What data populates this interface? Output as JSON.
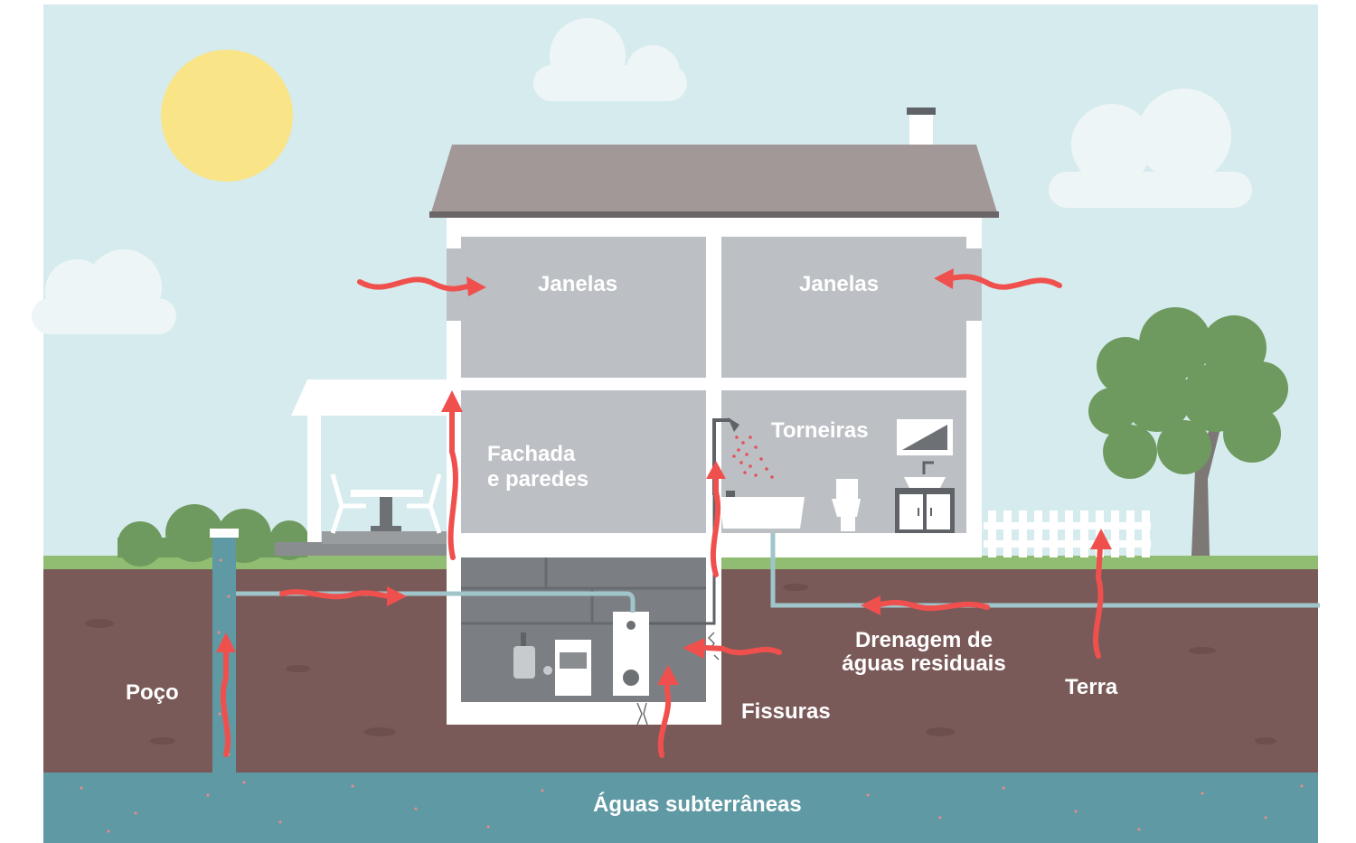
{
  "labels": {
    "windows_left": "Janelas",
    "windows_right": "Janelas",
    "facade_line1": "Fachada",
    "facade_line2": "e paredes",
    "faucets": "Torneiras",
    "wastewater_line1": "Drenagem de",
    "wastewater_line2": "águas residuais",
    "soil": "Terra",
    "well": "Poço",
    "cracks": "Fissuras",
    "groundwater": "Águas subterrâneas"
  },
  "colors": {
    "sky": "#d6ebee",
    "grass": "#90bd72",
    "soil": "#7a5a58",
    "groundwater": "#5f9aa4",
    "roof": "#a39898",
    "house_wall": "#ffffff",
    "room": "#bcc0c4",
    "basement": "#7b7f84",
    "arrow": "#f0504d",
    "sun": "#f9e488",
    "cloud": "#eef5f6",
    "tree": "#6f9a5f"
  }
}
